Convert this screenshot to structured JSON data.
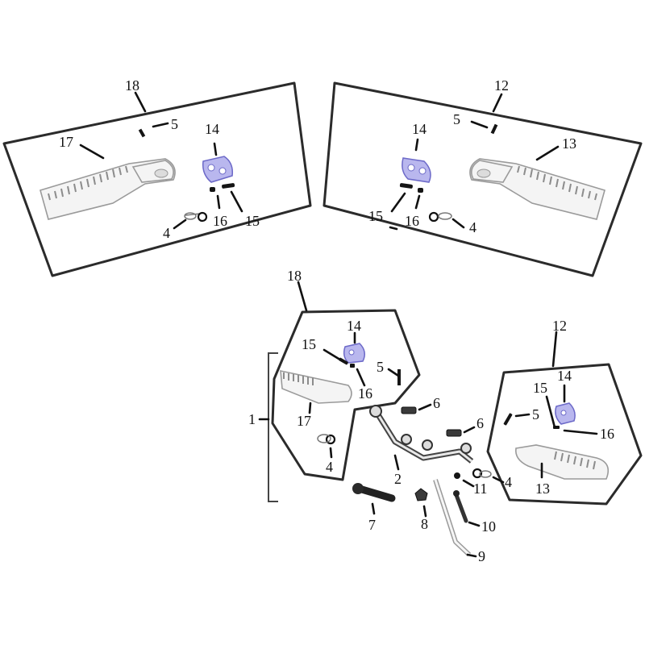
{
  "callouts": {
    "left_box": {
      "assembly": "18",
      "washer": "5",
      "bracket": "14",
      "footrest": "17",
      "pin_a": "16",
      "pin_b": "15",
      "clip": "4"
    },
    "right_box": {
      "assembly": "12",
      "washer": "5",
      "bracket": "14",
      "footrest": "13",
      "pin_b": "15",
      "pin_a": "16",
      "clip": "4"
    },
    "lower_left": {
      "assembly": "18",
      "bracket": "14",
      "pin_b": "15",
      "washer": "5",
      "pin_a": "16",
      "footrest": "17",
      "clip": "4"
    },
    "lower_right": {
      "assembly": "12",
      "bracket": "14",
      "pin_b": "15",
      "washer": "5",
      "pin_a": "16",
      "footrest": "13",
      "clip": "4"
    },
    "frame": {
      "assembly": "1",
      "bar": "2",
      "bolt_a": "6",
      "bolt_b": "6",
      "bolt_long": "7",
      "nut": "8",
      "stand": "9",
      "bolt_c": "10",
      "nut_b": "11"
    }
  },
  "icons": {
    "footrest": "footrest-icon",
    "bracket": "mounting-bracket-icon",
    "pin": "pin-icon",
    "clip": "cotter-clip-icon",
    "bolt": "bolt-icon",
    "bar": "footrest-bar-icon",
    "stand": "stand-icon"
  },
  "colors": {
    "bracket_highlight": "#b9b7ee",
    "line": "#111111",
    "frame": "#2b2b2b",
    "part_fill": "#f4f4f4"
  }
}
